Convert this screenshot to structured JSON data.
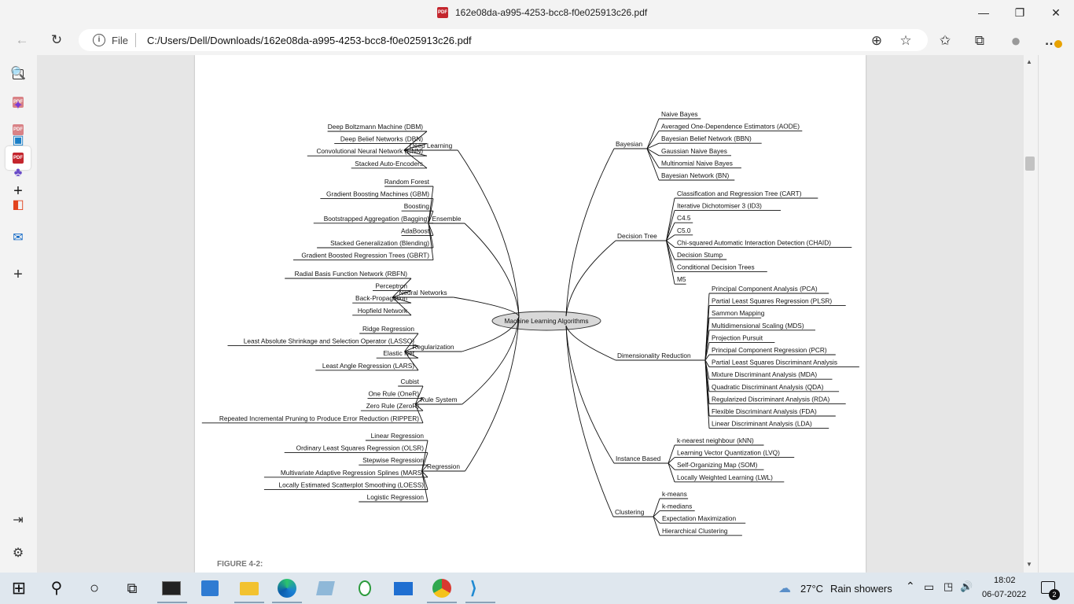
{
  "window": {
    "title": "162e08da-a995-4253-bcc8-f0e025913c26.pdf",
    "title_icon_text": "PDF",
    "minimize": "—",
    "maximize": "❐",
    "close": "✕"
  },
  "addressbar": {
    "back": "←",
    "refresh": "↻",
    "info": "i",
    "file_label": "File",
    "url": "C:/Users/Dell/Downloads/162e08da-a995-4253-bcc8-f0e025913c26.pdf",
    "zoom": "⊕",
    "favorite_add": "☆",
    "favorites": "✩",
    "collections": "⧉",
    "profile": "●",
    "more": "…"
  },
  "left_sidebar": {
    "tabs": [
      "PDF",
      "PDF",
      "PDF"
    ],
    "new_tab": "+"
  },
  "mindmap": {
    "center": "Machine Learning Algorithms",
    "left_branches": [
      {
        "name": "Deep Learning",
        "items": [
          "Deep Boltzmann Machine (DBM)",
          "Deep Belief Networks (DBN)",
          "Convolutional Neural Network (CNN)",
          "Stacked Auto-Encoders"
        ]
      },
      {
        "name": "Ensemble",
        "items": [
          "Random Forest",
          "Gradient Boosting Machines (GBM)",
          "Boosting",
          "Bootstrapped Aggregation (Bagging)",
          "AdaBoost",
          "Stacked Generalization (Blending)",
          "Gradient Boosted Regression Trees (GBRT)"
        ]
      },
      {
        "name": "Neural Networks",
        "items": [
          "Radial Basis Function Network (RBFN)",
          "Perceptron",
          "Back-Propagation",
          "Hopfield Network"
        ]
      },
      {
        "name": "Regularization",
        "items": [
          "Ridge Regression",
          "Least Absolute Shrinkage and Selection Operator (LASSO)",
          "Elastic Net",
          "Least Angle Regression (LARS)"
        ]
      },
      {
        "name": "Rule System",
        "items": [
          "Cubist",
          "One Rule (OneR)",
          "Zero Rule (ZeroR)",
          "Repeated Incremental Pruning to Produce Error Reduction (RIPPER)"
        ]
      },
      {
        "name": "Regression",
        "items": [
          "Linear Regression",
          "Ordinary Least Squares  Regression (OLSR)",
          "Stepwise Regression",
          "Multivariate Adaptive Regression Splines (MARS)",
          "Locally Estimated Scatterplot Smoothing (LOESS)",
          "Logistic Regression"
        ]
      }
    ],
    "right_branches": [
      {
        "name": "Bayesian",
        "items": [
          "Naive Bayes",
          "Averaged One-Dependence Estimators (AODE)",
          "Bayesian Belief Network (BBN)",
          "Gaussian Naive Bayes",
          "Multinomial Naive Bayes",
          "Bayesian Network (BN)"
        ]
      },
      {
        "name": "Decision Tree",
        "items": [
          "Classification and Regression Tree (CART)",
          "Iterative Dichotomiser 3 (ID3)",
          "C4.5",
          "C5.0",
          "Chi-squared Automatic Interaction Detection (CHAID)",
          "Decision Stump",
          "Conditional Decision Trees",
          "M5"
        ]
      },
      {
        "name": "Dimensionality Reduction",
        "items": [
          "Principal Component Analysis (PCA)",
          "Partial Least Squares Regression (PLSR)",
          "Sammon Mapping",
          "Multidimensional Scaling (MDS)",
          "Projection Pursuit",
          "Principal Component Regression (PCR)",
          "Partial Least Squares Discriminant Analysis",
          "Mixture Discriminant Analysis (MDA)",
          "Quadratic Discriminant Analysis (QDA)",
          "Regularized Discriminant Analysis (RDA)",
          "Flexible Discriminant Analysis (FDA)",
          "Linear Discriminant Analysis (LDA)"
        ]
      },
      {
        "name": "Instance Based",
        "items": [
          "k-nearest neighbour (kNN)",
          "Learning Vector Quantization (LVQ)",
          "Self-Organizing Map (SOM)",
          "Locally Weighted Learning (LWL)"
        ]
      },
      {
        "name": "Clustering",
        "items": [
          "k-means",
          "k-medians",
          "Expectation Maximization",
          "Hierarchical Clustering"
        ]
      }
    ]
  },
  "figure_label": "FIGURE 4-2:",
  "right_sidebar": {
    "search": "🔍",
    "copilot": "✦",
    "shopping": "▣",
    "games": "♣",
    "office": "◧",
    "outlook": "✉",
    "add": "+",
    "split": "⇥",
    "settings": "⚙"
  },
  "scrollbar": {
    "up": "▲",
    "down": "▼"
  },
  "taskbar": {
    "start": "⊞",
    "search": "⚲",
    "cortana": "○",
    "taskview": "⧉",
    "apps": [
      "cmd",
      "store",
      "explorer",
      "edge",
      "notepad",
      "green",
      "mail",
      "chrome",
      "vscode"
    ],
    "weather_icon": "☁",
    "weather_temp": "27°C",
    "weather_text": "Rain showers",
    "tray_up": "⌃",
    "battery": "▭",
    "camera": "◳",
    "volume": "🔊",
    "time": "18:02",
    "date": "06-07-2022",
    "notifications": "2"
  }
}
